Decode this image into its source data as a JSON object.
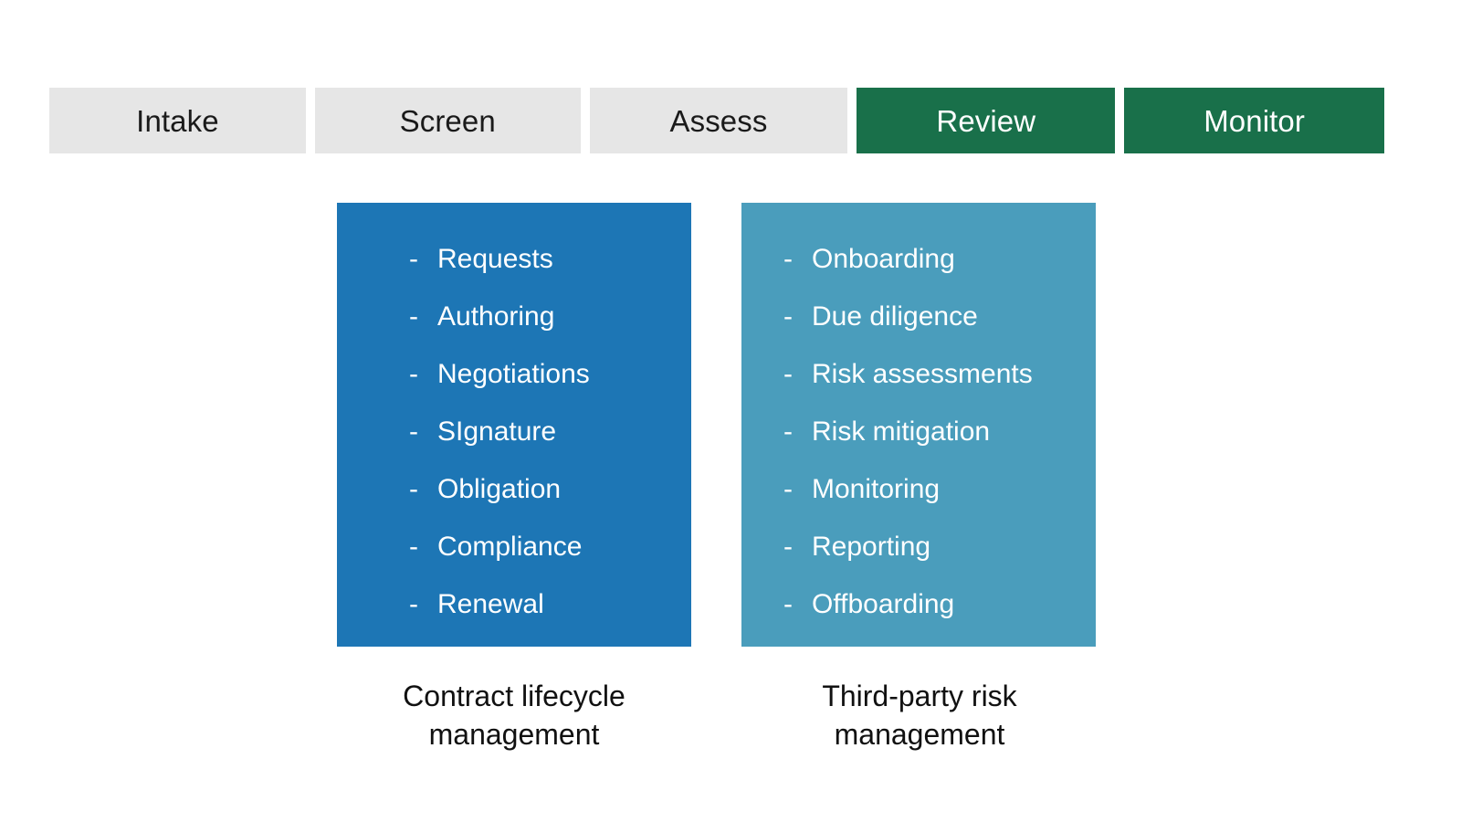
{
  "colors": {
    "inactive_tab_bg": "#e6e6e6",
    "active_tab_bg": "#19704a",
    "clm_panel_bg": "#1d76b5",
    "tprm_panel_bg": "#4a9dbc",
    "page_bg": "#ffffff",
    "tab_text_inactive": "#1a1a1a",
    "tab_text_active": "#ffffff",
    "panel_text": "#ffffff",
    "caption_text": "#111111"
  },
  "phases": [
    {
      "label": "Intake",
      "state": "inactive"
    },
    {
      "label": "Screen",
      "state": "inactive"
    },
    {
      "label": "Assess",
      "state": "inactive"
    },
    {
      "label": "Review",
      "state": "active"
    },
    {
      "label": "Monitor",
      "state": "active"
    }
  ],
  "panels": {
    "clm": {
      "caption": "Contract lifecycle management",
      "caption_line1": "Contract lifecycle",
      "caption_line2": "management",
      "bullet": "-",
      "items": [
        "Requests",
        "Authoring",
        "Negotiations",
        "SIgnature",
        "Obligation",
        "Compliance",
        "Renewal"
      ]
    },
    "tprm": {
      "caption": "Third-party risk management",
      "caption_line1": "Third-party risk",
      "caption_line2": "management",
      "bullet": "-",
      "items": [
        "Onboarding",
        "Due diligence",
        "Risk assessments",
        "Risk mitigation",
        "Monitoring",
        "Reporting",
        "Offboarding"
      ]
    }
  }
}
